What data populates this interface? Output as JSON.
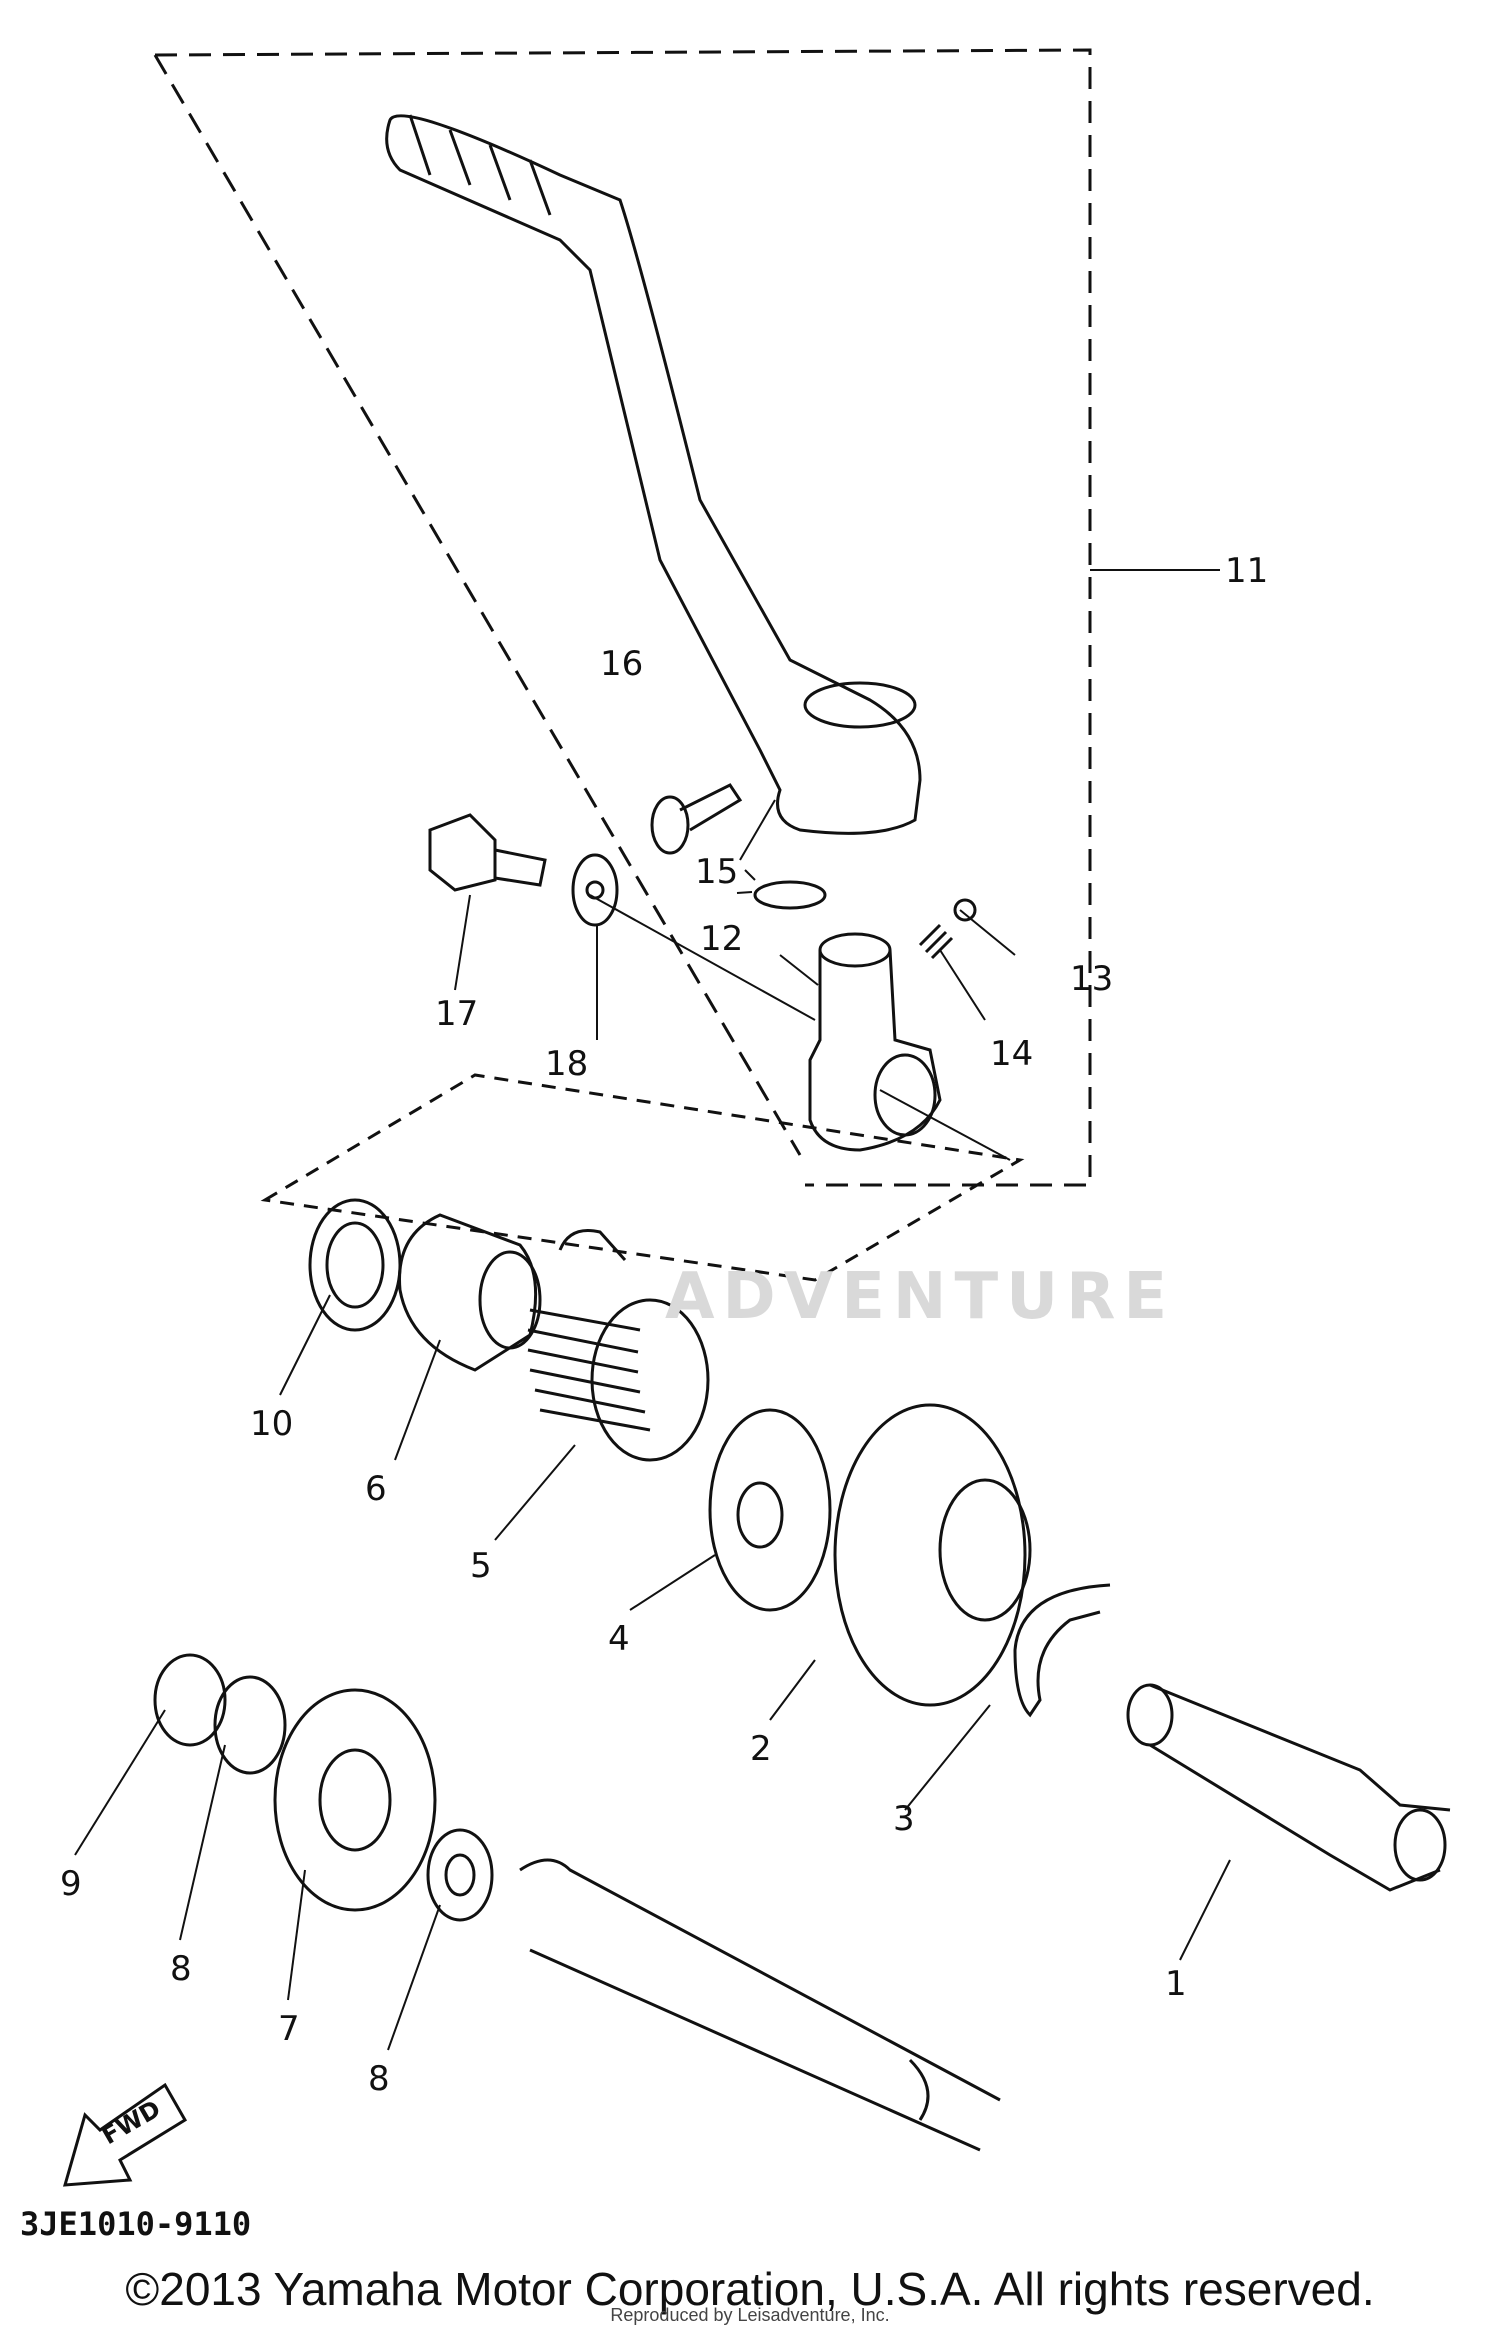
{
  "diagram": {
    "parts": [
      {
        "number": "1"
      },
      {
        "number": "2"
      },
      {
        "number": "3"
      },
      {
        "number": "4"
      },
      {
        "number": "5"
      },
      {
        "number": "6"
      },
      {
        "number": "7"
      },
      {
        "number": "8"
      },
      {
        "number": "8"
      },
      {
        "number": "9"
      },
      {
        "number": "10"
      },
      {
        "number": "11"
      },
      {
        "number": "12"
      },
      {
        "number": "13"
      },
      {
        "number": "14"
      },
      {
        "number": "15"
      },
      {
        "number": "16"
      },
      {
        "number": "17"
      },
      {
        "number": "18"
      }
    ],
    "fwd_label": "FWD",
    "watermark": "ADVENTURE",
    "drawing_code": "3JE1010-9110"
  },
  "footer": {
    "copyright": "©2013 Yamaha Motor Corporation, U.S.A. All rights reserved.",
    "reproduced": "Reproduced by Leisadventure, Inc."
  },
  "colors": {
    "ink": "#111111",
    "watermark": "#d9d9d9"
  }
}
